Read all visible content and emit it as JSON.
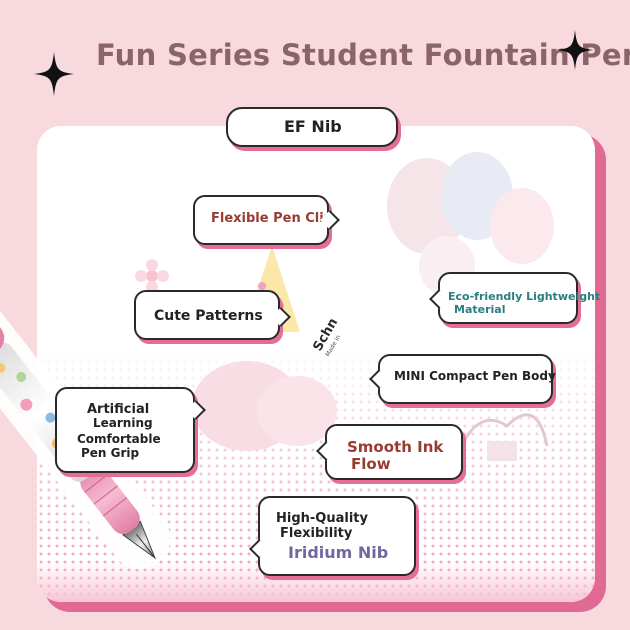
{
  "title": "Fun Series Student Fountain Pen",
  "header_tag": "EF Nib",
  "pen_brand_text": "Schn",
  "pen_sub_text": "Made in",
  "features": {
    "flexible_clip": "Flexible Pen Clip",
    "cute_patterns": "Cute Patterns",
    "eco_line1": "Eco-friendly Lightweight",
    "eco_line2": "Material",
    "mini_body": "MINI Compact Pen Body",
    "grip_line1": "Artificial",
    "grip_line2": "Learning",
    "grip_line3": "Comfortable",
    "grip_line4": "Pen Grip",
    "ink_line1": "Smooth Ink",
    "ink_line2": "Flow",
    "nib_line1": "High-Quality",
    "nib_line2": "Flexibility",
    "nib_line3": "Iridium Nib"
  },
  "colors": {
    "background": "#f7d9de",
    "accent_pink": "#e06a93",
    "title_color": "#8a6466",
    "teal_text": "#2a7e80",
    "brown_text": "#9a3b32",
    "purple_text": "#6e6a9e",
    "pen_pink": "#f0a3c0"
  }
}
